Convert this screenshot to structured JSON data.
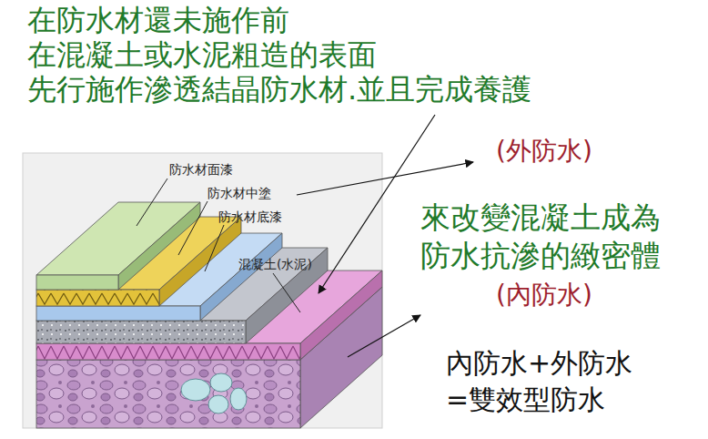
{
  "diagram": {
    "labels": [
      "在防水材還未施作前",
      "在混凝土或水泥粗造的表面",
      "先行施作滲透結晶防水材.並且完成養護",
      "(外防水)",
      "來改變混凝土成為",
      "防水抗滲的緻密體",
      "(內防水)",
      "內防水+外防水",
      "=雙效型防水",
      "防水材面漆",
      "防水材中塗",
      "防水材底漆",
      "混凝土(水泥)"
    ]
  }
}
